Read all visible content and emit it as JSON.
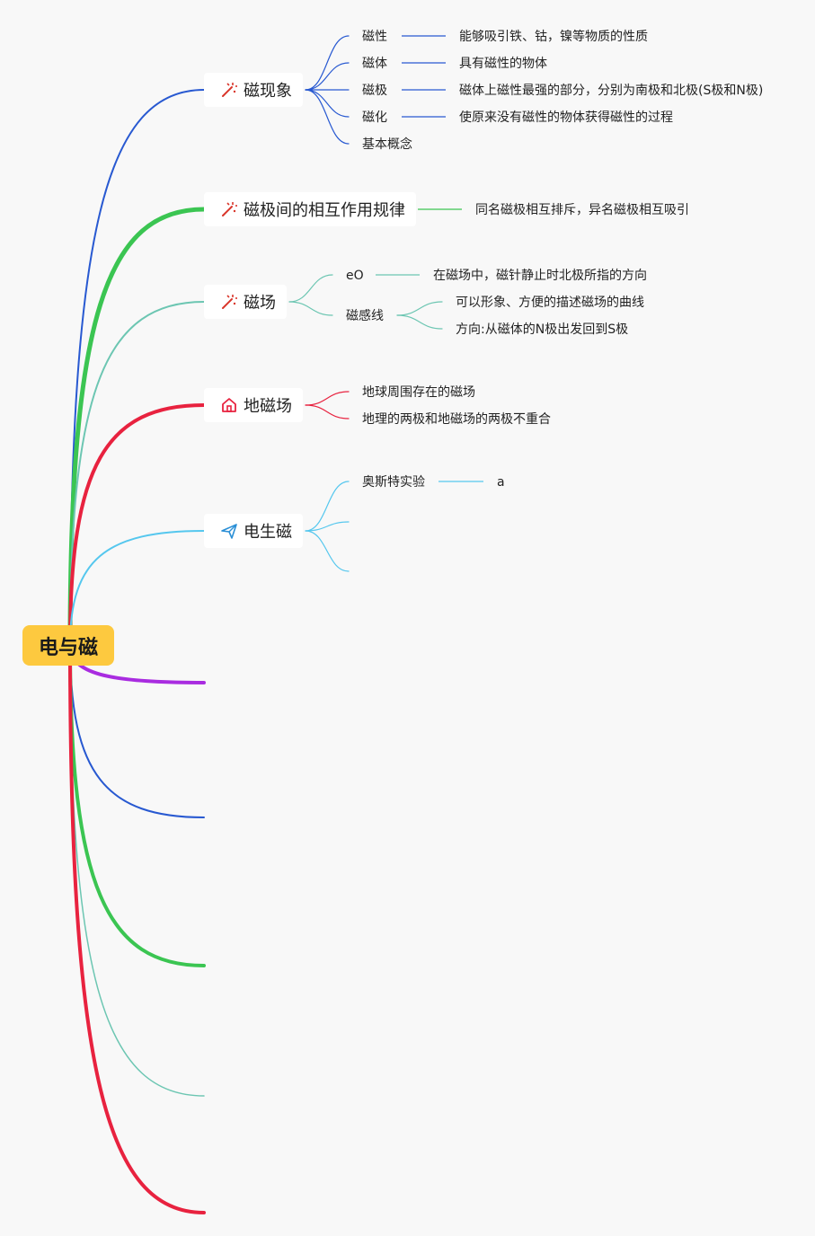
{
  "root": {
    "label": "电与磁"
  },
  "branches": [
    {
      "label": "磁现象",
      "icon": "magic-wand-icon",
      "color": "#2859d1",
      "children": [
        {
          "label": "磁性",
          "detail": "能够吸引铁、钴，镍等物质的性质"
        },
        {
          "label": "磁体",
          "detail": "具有磁性的物体"
        },
        {
          "label": "磁极",
          "detail": "磁体上磁性最强的部分，分别为南极和北极(S极和N极)"
        },
        {
          "label": "磁化",
          "detail": "使原来没有磁性的物体获得磁性的过程"
        },
        {
          "label": "基本概念"
        }
      ]
    },
    {
      "label": "磁极间的相互作用规律",
      "icon": "magic-wand-icon",
      "color": "#3bc552",
      "detail": "同名磁极相互排斥，异名磁极相互吸引"
    },
    {
      "label": "磁场",
      "icon": "magic-wand-icon",
      "color": "#6cc6b2",
      "children": [
        {
          "label": "eO",
          "detail": "在磁场中，磁针静止时北极所指的方向"
        },
        {
          "label": "磁感线",
          "details": [
            "可以形象、方便的描述磁场的曲线",
            "方向:从磁体的N极出发回到S极"
          ]
        }
      ]
    },
    {
      "label": "地磁场",
      "icon": "home-icon",
      "color": "#e8223f",
      "children": [
        {
          "label": "地球周围存在的磁场"
        },
        {
          "label": "地理的两极和地磁场的两极不重合"
        }
      ]
    },
    {
      "label": "电生磁",
      "icon": "paper-plane-icon",
      "color": "#55c7ee",
      "children": [
        {
          "label": "奥斯特实验",
          "detail": "a"
        },
        {
          "label": ""
        },
        {
          "label": ""
        }
      ]
    }
  ],
  "empty_branch_colors": [
    "#a92ce0",
    "#2859d1",
    "#3bc552",
    "#6cc6b2",
    "#e8223f"
  ]
}
